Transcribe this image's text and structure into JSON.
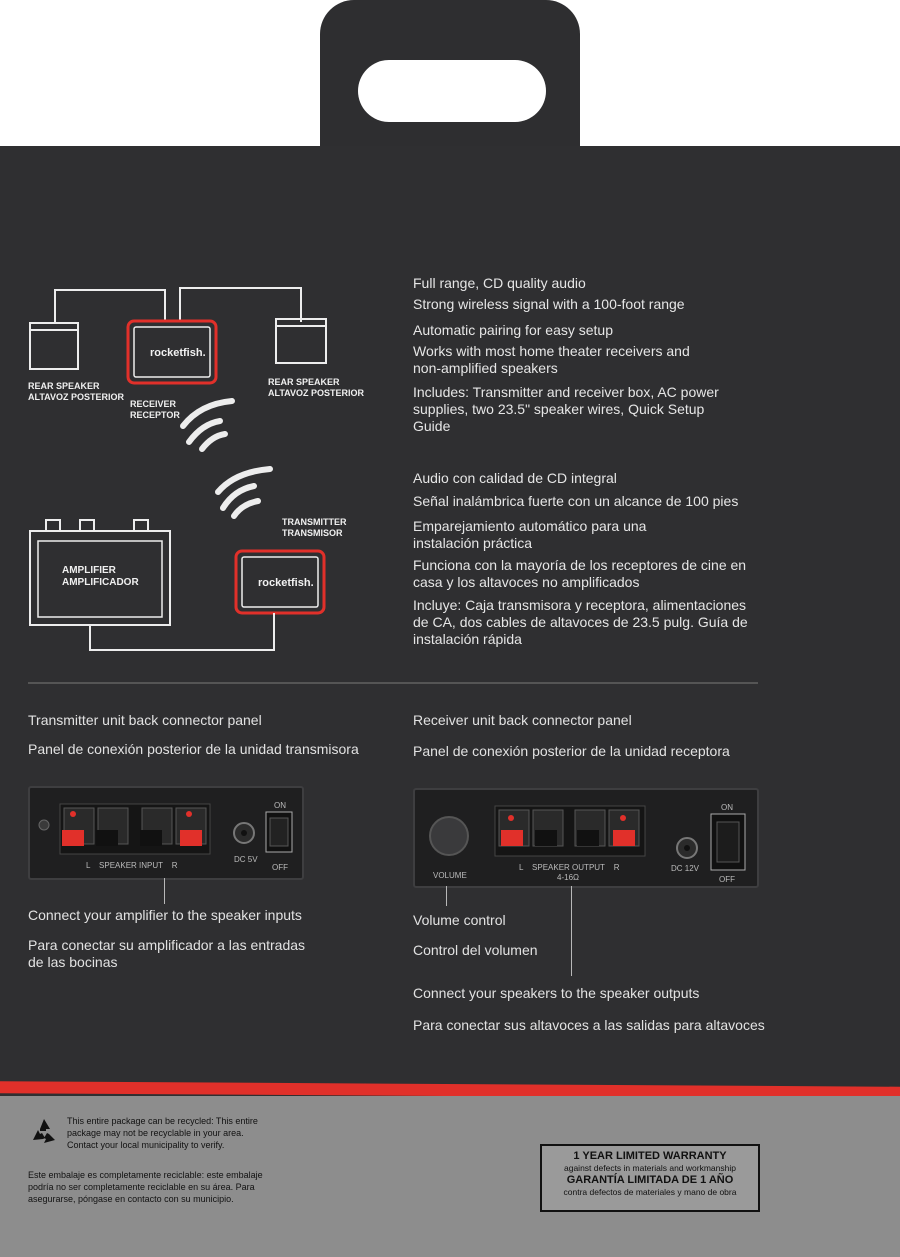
{
  "diagram": {
    "rear_speaker_left": [
      "REAR SPEAKER",
      "ALTAVOZ POSTERIOR"
    ],
    "receiver": [
      "RECEIVER",
      "RECEPTOR"
    ],
    "rear_speaker_right": [
      "REAR SPEAKER",
      "ALTAVOZ POSTERIOR"
    ],
    "transmitter": [
      "TRANSMITTER",
      "TRANSMISOR"
    ],
    "amplifier": [
      "AMPLIFIER",
      "AMPLIFICADOR"
    ],
    "brand": "rocketfish."
  },
  "features_en": [
    "Full range, CD quality audio",
    "Strong wireless signal with a 100-foot range",
    "Automatic pairing for easy setup",
    "Works with most home theater receivers and non-amplified speakers",
    "Includes: Transmitter and receiver box, AC power supplies, two 23.5\" speaker wires, Quick Setup Guide"
  ],
  "features_es": [
    "Audio con calidad de CD integral",
    "Señal inalámbrica fuerte con un alcance de 100 pies",
    "Emparejamiento automático para una instalación práctica",
    "Funciona con la mayoría de los receptores de cine en casa y los altavoces no amplificados",
    "Incluye: Caja transmisora y receptora, alimentaciones de CA, dos cables de altavoces de 23.5 pulg. Guía de instalación rápida"
  ],
  "transmitter_panel": {
    "title_en": "Transmitter unit back connector panel",
    "title_es": "Panel de conexión posterior de la unidad transmisora",
    "label_speaker_input": "L    SPEAKER INPUT    R",
    "label_dc": "DC 5V",
    "label_on": "ON",
    "label_off": "OFF",
    "caption_en": "Connect your amplifier to the speaker inputs",
    "caption_es": "Para conectar su amplificador a las entradas de las bocinas"
  },
  "receiver_panel": {
    "title_en": "Receiver unit back connector panel",
    "title_es": "Panel de conexión posterior de la unidad receptora",
    "label_volume": "VOLUME",
    "label_speaker_output": "L    SPEAKER OUTPUT    R",
    "label_ohm": "4-16Ω",
    "label_dc": "DC 12V",
    "label_on": "ON",
    "label_off": "OFF",
    "volume_en": "Volume control",
    "volume_es": "Control del volumen",
    "outputs_en": "Connect your speakers to the speaker outputs",
    "outputs_es": "Para conectar sus altavoces a las salidas para altavoces"
  },
  "recycle": {
    "en": "This entire package can be recycled: This entire package may not be recyclable in your area. Contact your local municipality to verify.",
    "es": "Este embalaje es completamente reciclable: este embalaje podría no ser completamente reciclable en su área. Para asegurarse, póngase en contacto con su municipio."
  },
  "warranty": {
    "title_en": "1 YEAR LIMITED WARRANTY",
    "sub_en": "against defects in materials and workmanship",
    "title_es": "GARANTÍA LIMITADA DE 1 AÑO",
    "sub_es": "contra defectos de materiales y mano de obra"
  },
  "colors": {
    "box": "#2f2f31",
    "accent_red": "#e1302a",
    "bottom_gray": "#8d8d8d"
  }
}
